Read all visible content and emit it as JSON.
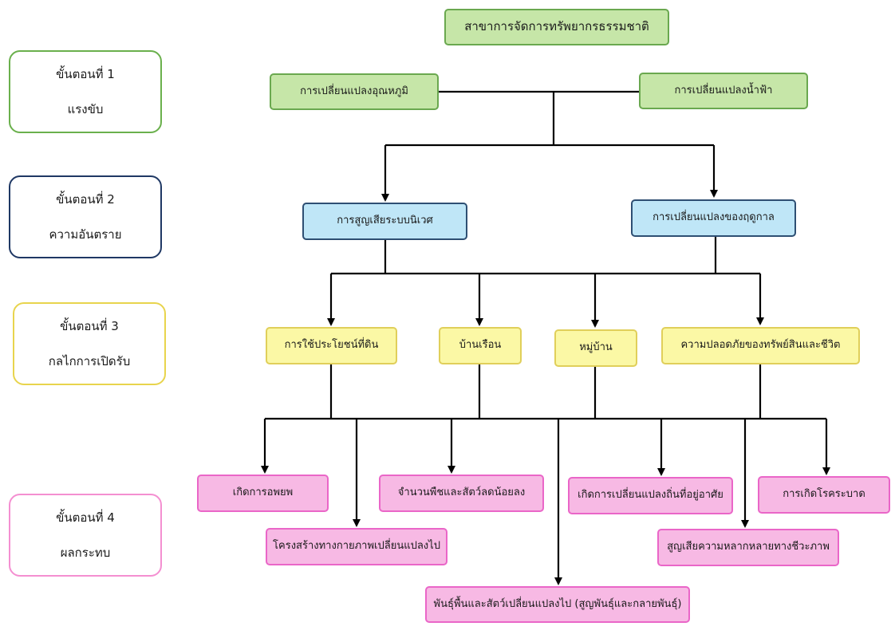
{
  "stages": [
    {
      "title": "ขั้นตอนที่ 1",
      "name": "แรงขับ",
      "color": "#6ab04c"
    },
    {
      "title": "ขั้นตอนที่ 2",
      "name": "ความอันตราย",
      "color": "#1f3864"
    },
    {
      "title": "ขั้นตอนที่ 3",
      "name": "กลไกการเปิดรับ",
      "color": "#e8d44d"
    },
    {
      "title": "ขั้นตอนที่ 4",
      "name": "ผลกระทบ",
      "color": "#f48fd1"
    }
  ],
  "nodes": {
    "root": "สาขาการจัดการทรัพยากรธรรมชาติ",
    "temperature_change": "การเปลี่ยนแปลงอุณหภูมิ",
    "climate_change": "การเปลี่ยนแปลงน้ำฟ้า",
    "ecosystem_loss": "การสูญเสียระบบนิเวศ",
    "season_change": "การเปลี่ยนแปลงของฤดูกาล",
    "land_use": "การใช้ประโยชน์ที่ดิน",
    "houses": "บ้านเรือน",
    "village": "หมู่บ้าน",
    "safety": "ความปลอดภัยของทรัพย์สินและชีวิต",
    "migration": "เกิดการอพยพ",
    "physical_structure": "โครงสร้างทางกายภาพเปลี่ยนแปลงไป",
    "population_decline": "จำนวนพืชและสัตว์ลดน้อยลง",
    "species_change": "พันธุ์พื้นและสัตว์เปลี่ยนแปลงไป (สูญพันธุ์และกลายพันธุ์)",
    "habitat_change": "เกิดการเปลี่ยนแปลงถิ่นที่อยู่อาศัย",
    "biodiversity_loss": "สูญเสียความหลากหลายทางชีวะภาพ",
    "epidemic": "การเกิดโรคระบาด"
  },
  "colors": {
    "green_fill": "#c6e6a8",
    "blue_fill": "#bfe6f7",
    "yellow_fill": "#fbf8a5",
    "pink_fill": "#f7b9e4",
    "line": "#000000"
  }
}
